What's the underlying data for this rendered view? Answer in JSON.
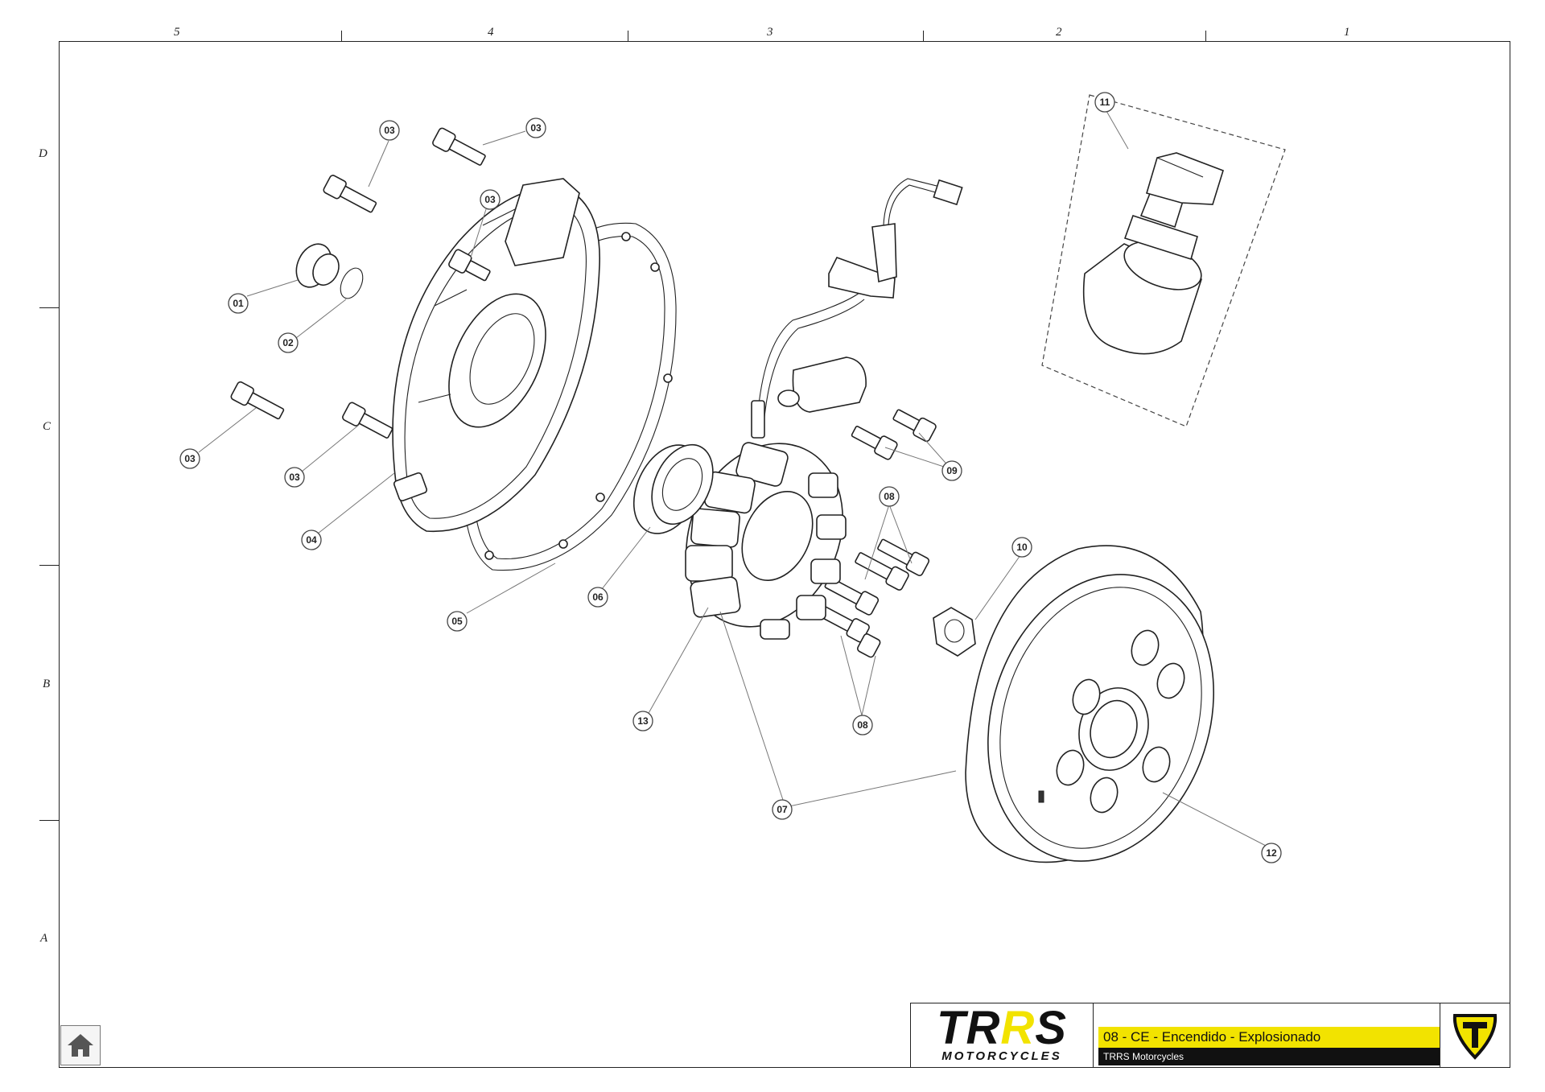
{
  "grid": {
    "columns": [
      "5",
      "4",
      "3",
      "2",
      "1"
    ],
    "rows": [
      "D",
      "C",
      "B",
      "A"
    ]
  },
  "callouts": [
    {
      "id": "03",
      "label": "03"
    },
    {
      "id": "03b",
      "label": "03"
    },
    {
      "id": "03c",
      "label": "03"
    },
    {
      "id": "01",
      "label": "01"
    },
    {
      "id": "02",
      "label": "02"
    },
    {
      "id": "03d",
      "label": "03"
    },
    {
      "id": "03e",
      "label": "03"
    },
    {
      "id": "04",
      "label": "04"
    },
    {
      "id": "05",
      "label": "05"
    },
    {
      "id": "06",
      "label": "06"
    },
    {
      "id": "13",
      "label": "13"
    },
    {
      "id": "07",
      "label": "07"
    },
    {
      "id": "08",
      "label": "08"
    },
    {
      "id": "08b",
      "label": "08"
    },
    {
      "id": "09",
      "label": "09"
    },
    {
      "id": "10",
      "label": "10"
    },
    {
      "id": "11",
      "label": "11"
    },
    {
      "id": "12",
      "label": "12"
    }
  ],
  "title_block": {
    "logo_main_a": "TR",
    "logo_main_b": "S",
    "logo_sub": "MOTORCYCLES",
    "title": "08 - CE - Encendido - Explosionado",
    "subtitle": "TRRS Motorcycles"
  },
  "colors": {
    "accent": "#f2e300",
    "ink": "#222222"
  },
  "icons": {
    "home": "home-icon",
    "badge": "trrs-shield-icon"
  }
}
